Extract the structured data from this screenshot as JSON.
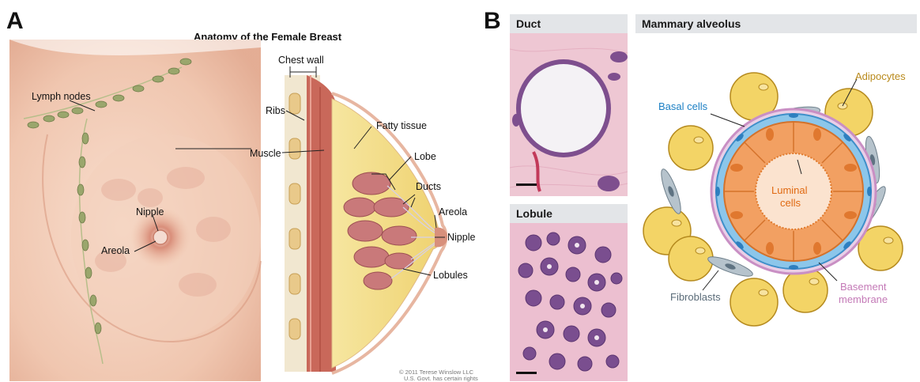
{
  "panel_a": {
    "letter": "A",
    "title": "Anatomy of the Female Breast",
    "labels": {
      "lymph_nodes": "Lymph nodes",
      "nipple": "Nipple",
      "areola": "Areola",
      "chest_wall": "Chest wall",
      "ribs": "Ribs",
      "muscle": "Muscle",
      "fatty_tissue": "Fatty tissue",
      "lobe": "Lobe",
      "ducts": "Ducts",
      "areola_right": "Areola",
      "nipple_right": "Nipple",
      "lobules": "Lobules"
    },
    "copyright_line1": "© 2011 Terese Winslow LLC",
    "copyright_line2": "U.S. Govt. has certain rights"
  },
  "panel_b": {
    "letter": "B",
    "duct_header": "Duct",
    "lobule_header": "Lobule",
    "alveolus_header": "Mammary alveolus",
    "labels": {
      "adipocytes": "Adipocytes",
      "basal_cells": "Basal cells",
      "luminal_line1": "Luminal",
      "luminal_line2": "cells",
      "fibroblasts": "Fibroblasts",
      "basement_line1": "Basement",
      "basement_line2": "membrane"
    },
    "colors": {
      "adipocyte": "#f3d466",
      "luminal": "#f2a062",
      "basal": "#5aa9dc",
      "fibroblast": "#b6c3cc",
      "membrane": "#d9a6d4"
    }
  }
}
